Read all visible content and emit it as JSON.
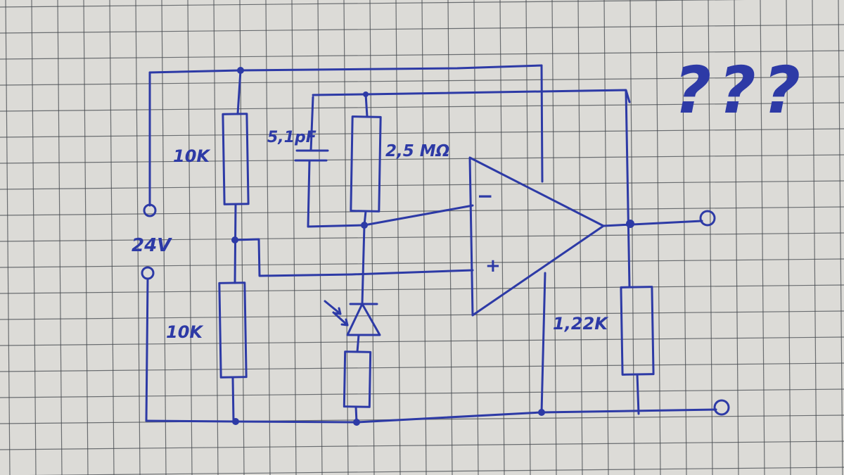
{
  "colors": {
    "paper": "#dcdbd7",
    "grid": "#45494e",
    "ink": "#2d3aa6"
  },
  "labels": {
    "r_top": "10K",
    "r_bottom": "10K",
    "r_feedback": "2,5 MΩ",
    "capacitor": "5,1pF",
    "r_output": "1,22K",
    "supply": "24V",
    "op_minus": "−",
    "op_plus": "+",
    "questions": "???"
  }
}
